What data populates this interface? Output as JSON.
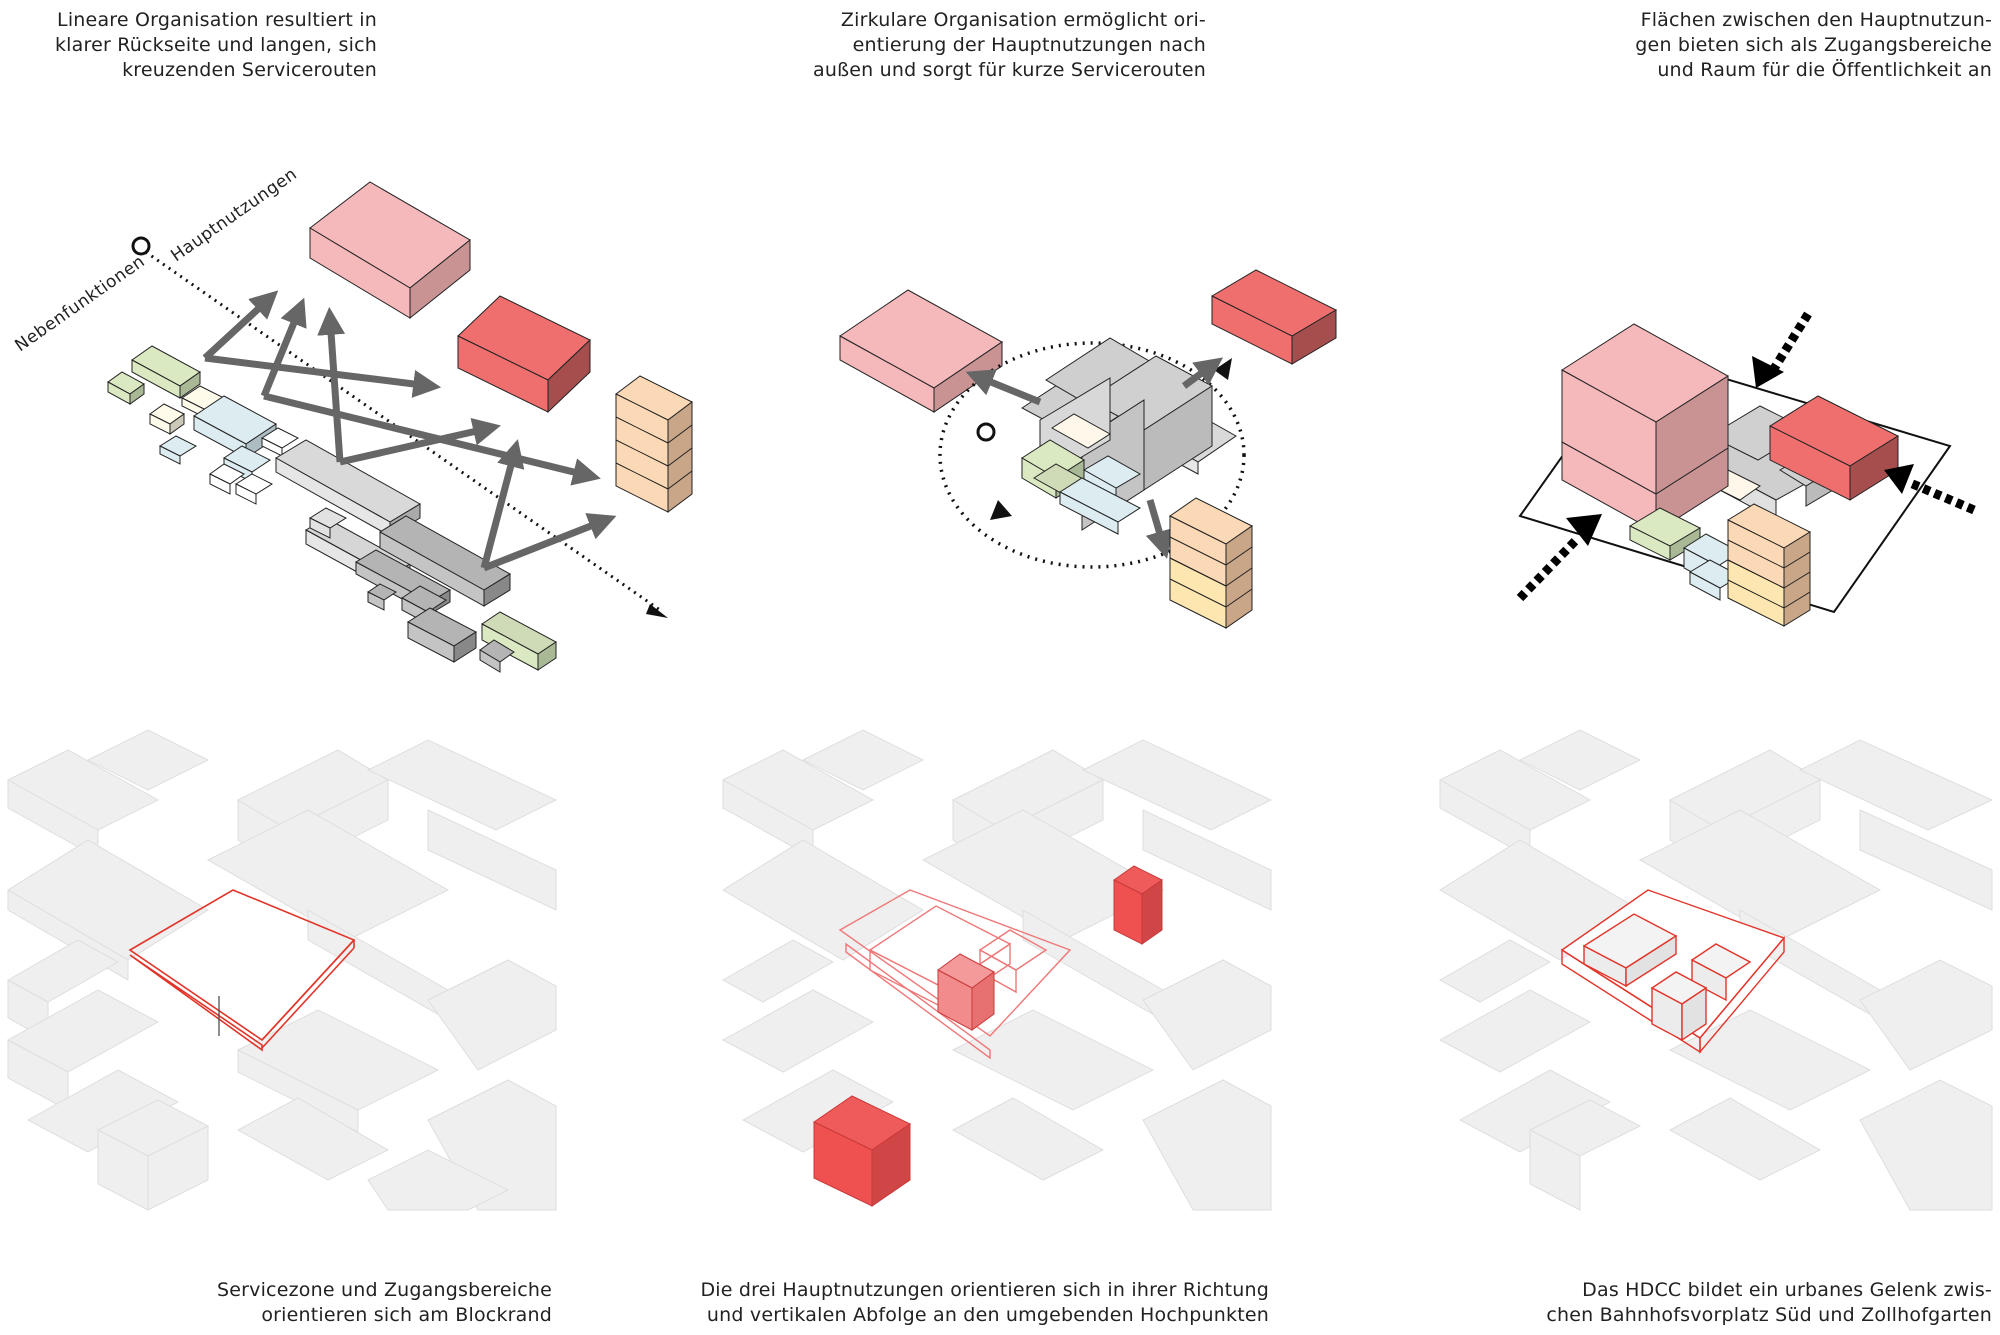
{
  "captions": {
    "top_left": "Lineare Organisation resultiert in\nklarer Rückseite und langen, sich\nkreuzenden Servicerouten",
    "top_center": "Zirkulare Organisation ermöglicht ori-\nentierung der Hauptnutzungen nach\naußen und sorgt für kurze Servicerouten",
    "top_right": "Flächen zwischen den Hauptnutzun-\ngen bieten sich als Zugangsbereiche\nund Raum für die Öffentlichkeit an",
    "bottom_left": "Servicezone und Zugangsbereiche\norientieren sich am Blockrand",
    "bottom_center": "Die drei Hauptnutzungen orientieren sich  in ihrer Richtung\nund vertikalen Abfolge an den umgebenden Hochpunkten",
    "bottom_right": "Das HDCC bildet ein urbanes Gelenk zwis-\nchen Bahnhofsvorplatz Süd und Zollhofgarten"
  },
  "diagram_labels": {
    "secondary": "Nebenfunktionen",
    "main": "Hauptnutzungen"
  },
  "colors": {
    "pink": "#f5b9bb",
    "red": "#ef6f6f",
    "peach": "#fbd9b6",
    "green": "#dbe9c2",
    "lightblue": "#dcecf0",
    "grey": "#c8c8c8",
    "arrow": "#666666",
    "outline": "#e2352a"
  }
}
